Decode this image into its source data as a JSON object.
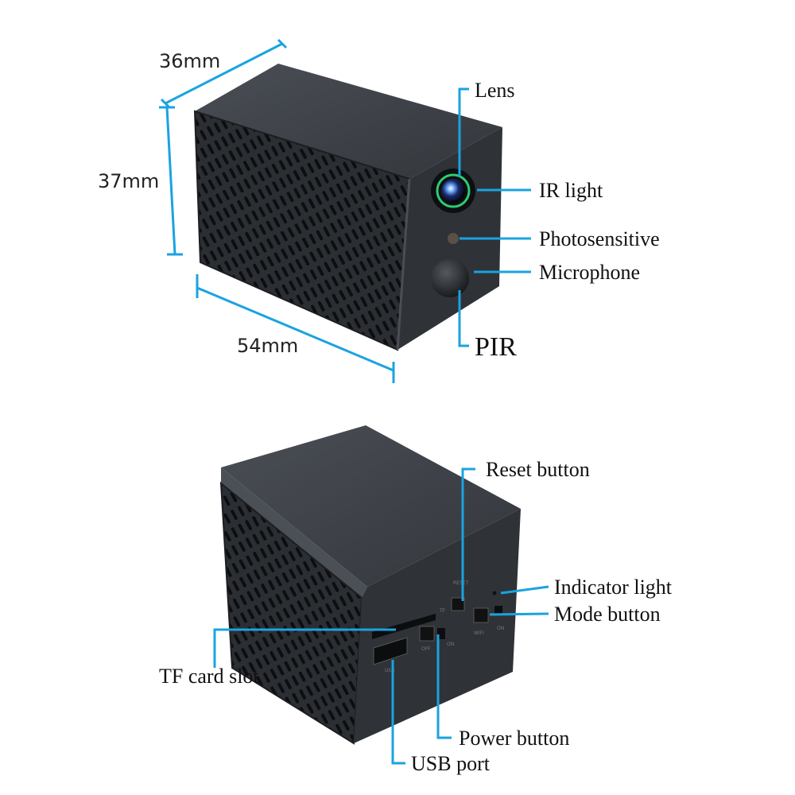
{
  "colors": {
    "accent": "#1aa3e0",
    "body": "#2b2e33",
    "body_dark": "#1c1e22",
    "top": "#3e4248"
  },
  "dimensions": {
    "depth": "36mm",
    "height": "37mm",
    "width": "54mm"
  },
  "front_labels": {
    "lens": "Lens",
    "ir_light": "IR light",
    "photosensitive": "Photosensitive",
    "microphone": "Microphone",
    "pir": "PIR"
  },
  "back_labels": {
    "reset_button": "Reset button",
    "indicator_light": "Indicator light",
    "mode_button": "Mode button",
    "tf_card_slot": "TF card slot",
    "power_button": "Power button",
    "usb_port": "USB port"
  },
  "panel_marks": {
    "reset": "RESET",
    "tf": "TF",
    "off": "OFF",
    "on": "ON",
    "usb": "USB",
    "wifi": "WIFI",
    "on2": "ON"
  }
}
